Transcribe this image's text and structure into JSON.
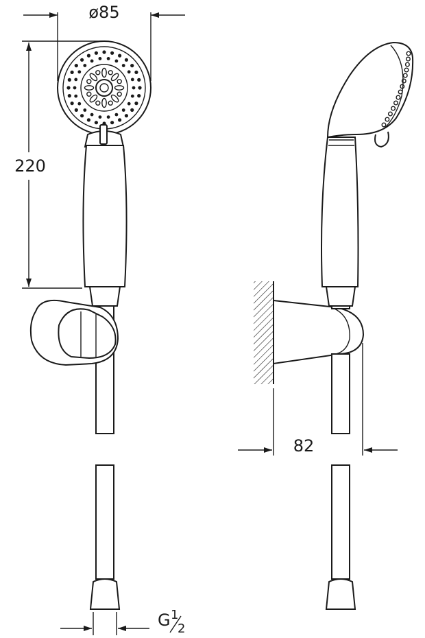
{
  "dimensions": {
    "head_diameter": "ø85",
    "height": "220",
    "bracket_depth": "82",
    "thread_main": "G",
    "thread_num": "1",
    "thread_den": "2"
  }
}
